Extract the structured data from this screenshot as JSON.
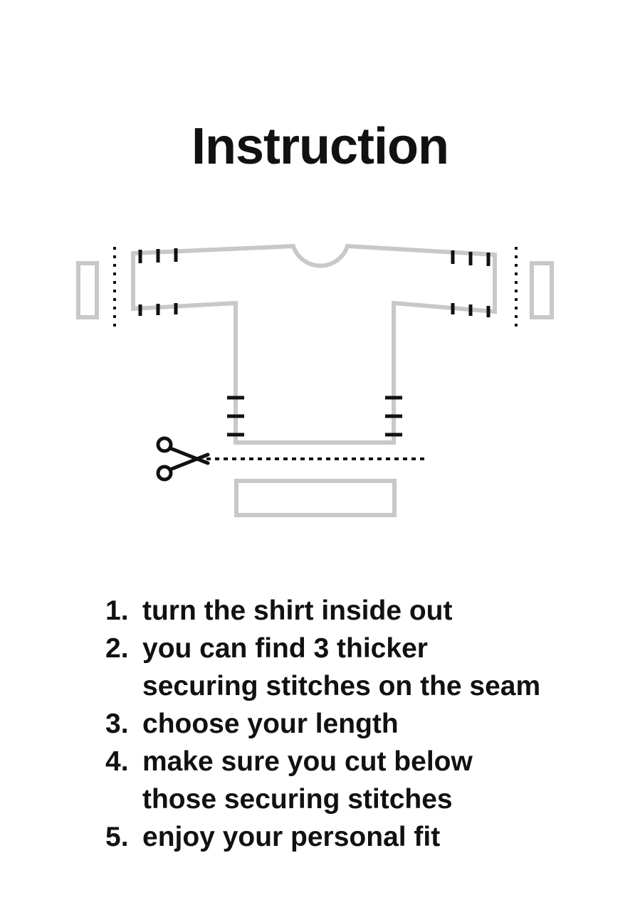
{
  "title": "Instruction",
  "diagram": {
    "subject": "shirt pattern with sleeve cuffs, hem band and cut line",
    "icons": [
      "scissors-icon"
    ],
    "colors": {
      "outline": "#c8c8c8",
      "stitches": "#111111",
      "cut_line": "#111111"
    }
  },
  "steps": [
    {
      "number": "1.",
      "lines": [
        "turn the shirt inside out"
      ]
    },
    {
      "number": "2.",
      "lines": [
        "you can find 3 thicker",
        "securing stitches on the seam"
      ]
    },
    {
      "number": "3.",
      "lines": [
        "choose your length"
      ]
    },
    {
      "number": "4.",
      "lines": [
        "make sure you cut below",
        "those securing stitches"
      ]
    },
    {
      "number": "5.",
      "lines": [
        "enjoy your personal fit"
      ]
    }
  ]
}
